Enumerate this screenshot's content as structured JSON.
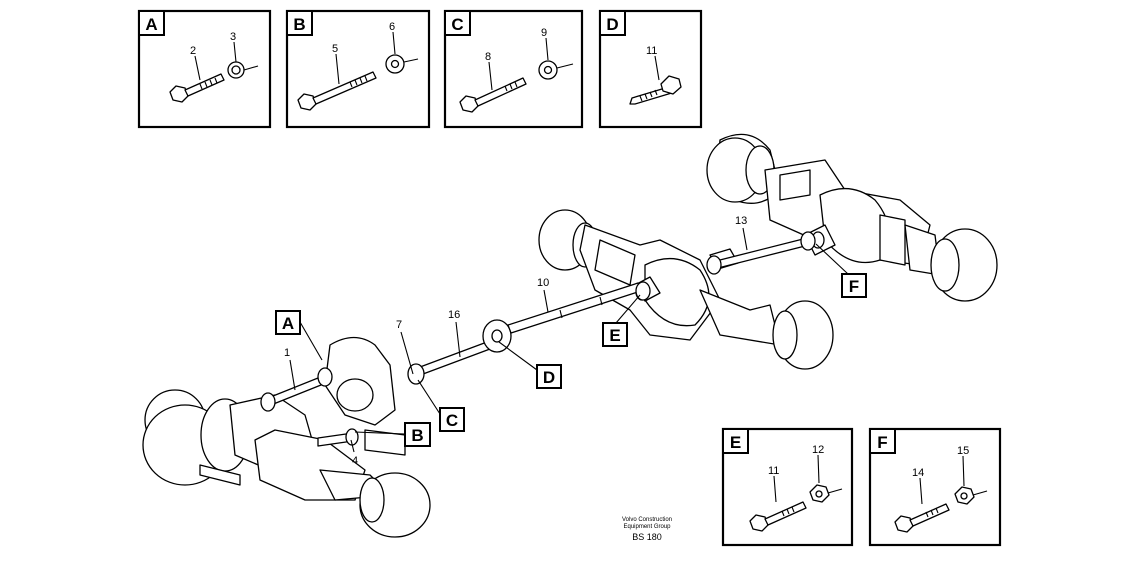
{
  "detail_boxes": [
    {
      "letter": "A",
      "parts": [
        "2",
        "3"
      ]
    },
    {
      "letter": "B",
      "parts": [
        "5",
        "6"
      ]
    },
    {
      "letter": "C",
      "parts": [
        "8",
        "9"
      ]
    },
    {
      "letter": "D",
      "parts": [
        "11"
      ]
    },
    {
      "letter": "E",
      "parts": [
        "11",
        "12"
      ]
    },
    {
      "letter": "F",
      "parts": [
        "14",
        "15"
      ]
    }
  ],
  "main_labels": [
    "1",
    "7",
    "16",
    "10",
    "13",
    "4"
  ],
  "callouts": [
    "A",
    "B",
    "C",
    "D",
    "E",
    "F"
  ],
  "footer": {
    "line1": "Volvo Construction",
    "line2": "Equipment Group",
    "code": "BS 180"
  }
}
